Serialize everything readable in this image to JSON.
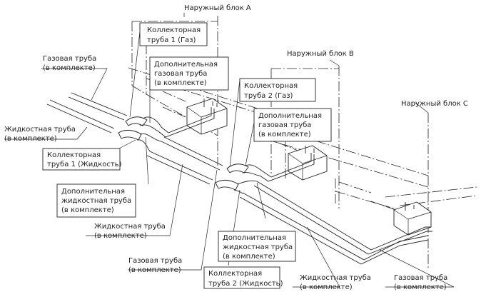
{
  "units": {
    "a": "Наружный блок A",
    "b": "Наружный блок B",
    "c": "Наружный блок C"
  },
  "labels": {
    "gas_pipe_1": [
      "Газовая труба",
      "(в комплекте)"
    ],
    "liquid_pipe_1": [
      "Жидкостная труба",
      "(в комплекте)"
    ],
    "collector_gas_1": [
      "Коллекторная",
      "труба 1 (Газ)"
    ],
    "add_gas_1": [
      "Дополнительная",
      "газовая труба",
      "(в комплекте)"
    ],
    "collector_liquid_1": [
      "Коллекторная",
      "труба 1 (Жидкость)"
    ],
    "add_liquid_1": [
      "Дополнительная",
      "жидкостная труба",
      "(в комплекте)"
    ],
    "liquid_pipe_2": [
      "Жидкостная труба",
      "(в комплекте)"
    ],
    "gas_pipe_2": [
      "Газовая труба",
      "(в комплекте)"
    ],
    "collector_gas_2": [
      "Коллекторная",
      "труба 2 (Газ)"
    ],
    "add_gas_2": [
      "Дополнительная",
      "газовая труба",
      "(в комплекте)"
    ],
    "add_liquid_2": [
      "Дополнительная",
      "жидкостная труба",
      "(в комплекте)"
    ],
    "collector_liquid_2": [
      "Коллекторная",
      "труба 2 (Жидкость)"
    ],
    "liquid_pipe_3": [
      "Жидкостная труба",
      "(в комплекте)"
    ],
    "gas_pipe_3": [
      "Газовая труба",
      "(в комплекте)"
    ]
  }
}
